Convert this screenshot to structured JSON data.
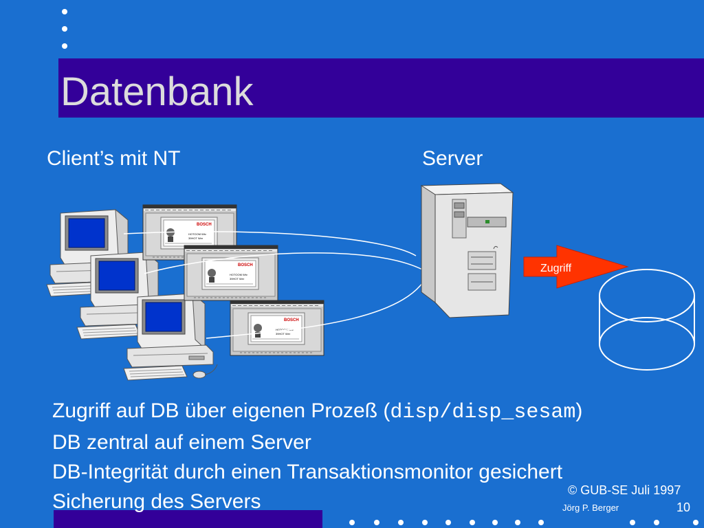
{
  "slide": {
    "title": "Datenbank",
    "clients_label": "Client’s mit NT",
    "server_label": "Server",
    "access_label": "Zugriff",
    "bullets": [
      {
        "text": "Zugriff auf DB über eigenen Prozeß (",
        "code": "disp/disp_sesam",
        "suffix": ")"
      },
      {
        "text": "DB zentral auf einem Server"
      },
      {
        "text": "DB-Integrität durch einen Transaktionsmonitor gesichert"
      },
      {
        "text": "Sicherung des Servers"
      }
    ],
    "copyright": "© GUB-SE Juli 1997",
    "author": "Jörg P. Berger",
    "page_number": "10"
  },
  "window_card": {
    "brand": "BOSCH",
    "line1": "HOTOOM Wtv",
    "line2": "39HOT Wer"
  },
  "colors": {
    "background": "#1a6fd0",
    "band": "#330099",
    "title_text": "#dcdcdc",
    "arrow": "#ff3300",
    "database": "#1a6fd0",
    "screen": "#0033cc",
    "brand_red": "#cc0000"
  }
}
